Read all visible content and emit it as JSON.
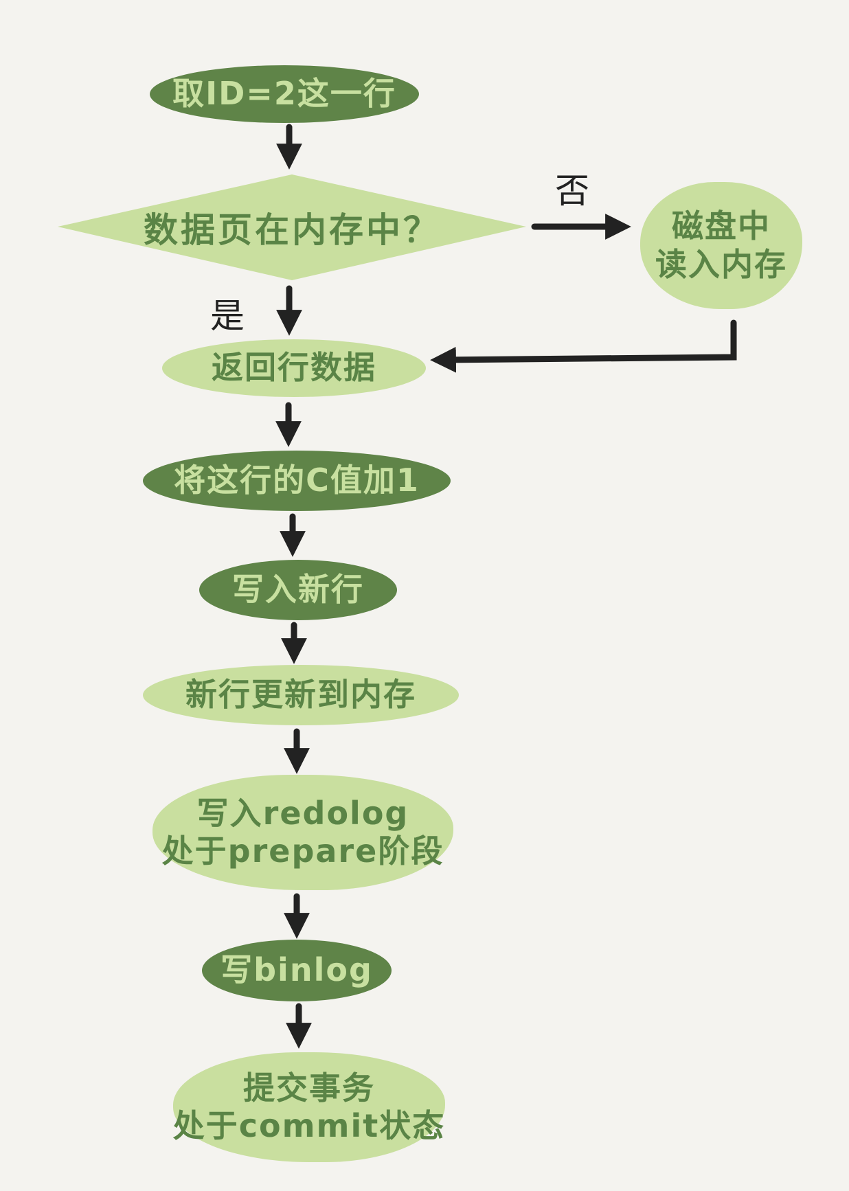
{
  "diagram": {
    "type": "flowchart",
    "background": "#f4f3ef",
    "colors": {
      "dark_node_fill": "#5f8448",
      "dark_node_text": "#c8e0a0",
      "light_node_fill": "#c9df9f",
      "light_node_text": "#5a8446",
      "arrow": "#222222"
    },
    "nodes": [
      {
        "id": "n1",
        "shape": "pill",
        "style": "dark",
        "lines": [
          "取ID=2这一行"
        ]
      },
      {
        "id": "n2",
        "shape": "diamond",
        "style": "light",
        "lines": [
          "数据页在内存中？"
        ]
      },
      {
        "id": "n3",
        "shape": "blob",
        "style": "light",
        "lines": [
          "磁盘中",
          "读入内存"
        ]
      },
      {
        "id": "n4",
        "shape": "pill",
        "style": "light",
        "lines": [
          "返回行数据"
        ]
      },
      {
        "id": "n5",
        "shape": "pill",
        "style": "dark",
        "lines": [
          "将这行的C值加1"
        ]
      },
      {
        "id": "n6",
        "shape": "pill",
        "style": "dark",
        "lines": [
          "写入新行"
        ]
      },
      {
        "id": "n7",
        "shape": "pill",
        "style": "light",
        "lines": [
          "新行更新到内存"
        ]
      },
      {
        "id": "n8",
        "shape": "blob",
        "style": "light",
        "lines": [
          "写入redolog",
          "处于prepare阶段"
        ]
      },
      {
        "id": "n9",
        "shape": "pill",
        "style": "dark",
        "lines": [
          "写binlog"
        ]
      },
      {
        "id": "n10",
        "shape": "blob",
        "style": "light",
        "lines": [
          "提交事务",
          "处于commit状态"
        ]
      }
    ],
    "edges": [
      {
        "from": "n1",
        "to": "n2",
        "label": ""
      },
      {
        "from": "n2",
        "to": "n3",
        "label": "否"
      },
      {
        "from": "n2",
        "to": "n4",
        "label": "是"
      },
      {
        "from": "n3",
        "to": "n4",
        "label": ""
      },
      {
        "from": "n4",
        "to": "n5",
        "label": ""
      },
      {
        "from": "n5",
        "to": "n6",
        "label": ""
      },
      {
        "from": "n6",
        "to": "n7",
        "label": ""
      },
      {
        "from": "n7",
        "to": "n8",
        "label": ""
      },
      {
        "from": "n8",
        "to": "n9",
        "label": ""
      },
      {
        "from": "n9",
        "to": "n10",
        "label": ""
      }
    ],
    "edge_labels": {
      "no": "否",
      "yes": "是"
    }
  }
}
